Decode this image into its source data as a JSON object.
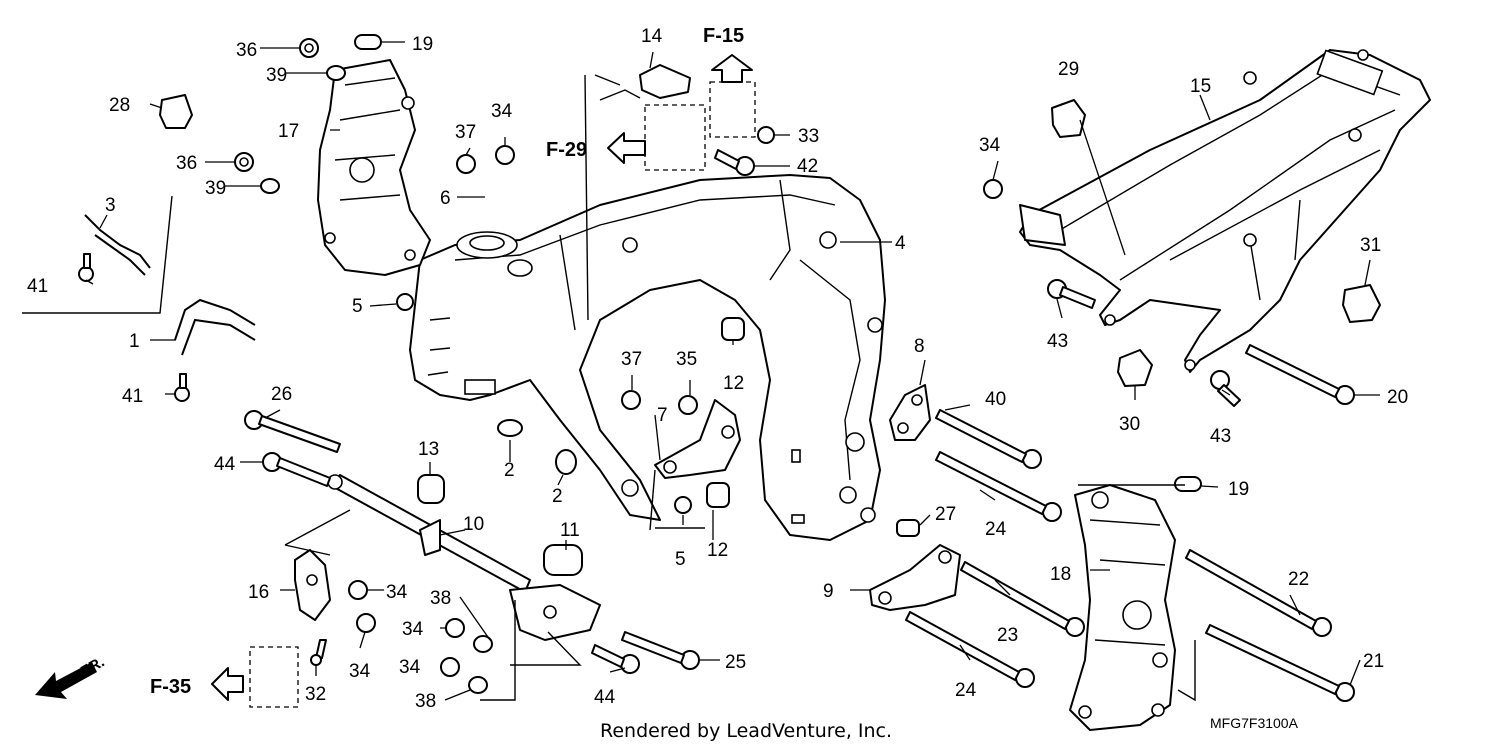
{
  "callouts": {
    "n1": "1",
    "n2a": "2",
    "n2b": "2",
    "n3": "3",
    "n4": "4",
    "n5a": "5",
    "n5b": "5",
    "n6": "6",
    "n7": "7",
    "n8": "8",
    "n9": "9",
    "n10": "10",
    "n11": "11",
    "n12a": "12",
    "n12b": "12",
    "n13": "13",
    "n14": "14",
    "n15": "15",
    "n16": "16",
    "n17": "17",
    "n18": "18",
    "n19a": "19",
    "n19b": "19",
    "n20": "20",
    "n21": "21",
    "n22": "22",
    "n23": "23",
    "n24a": "24",
    "n24b": "24",
    "n25": "25",
    "n26": "26",
    "n27": "27",
    "n28": "28",
    "n29": "29",
    "n30": "30",
    "n31": "31",
    "n32": "32",
    "n33": "33",
    "n34a": "34",
    "n34b": "34",
    "n34c": "34",
    "n34d": "34",
    "n34e": "34",
    "n34f": "34",
    "n35": "35",
    "n36a": "36",
    "n36b": "36",
    "n37a": "37",
    "n37b": "37",
    "n38a": "38",
    "n38b": "38",
    "n39a": "39",
    "n39b": "39",
    "n40": "40",
    "n41a": "41",
    "n41b": "41",
    "n42": "42",
    "n43a": "43",
    "n43b": "43",
    "n44a": "44",
    "n44b": "44"
  },
  "references": {
    "f15": "F-15",
    "f29": "F-29",
    "f35": "F-35",
    "front": "FR."
  },
  "footer": {
    "credit": "Rendered by LeadVenture, Inc.",
    "diagram_code": "MFG7F3100A"
  }
}
